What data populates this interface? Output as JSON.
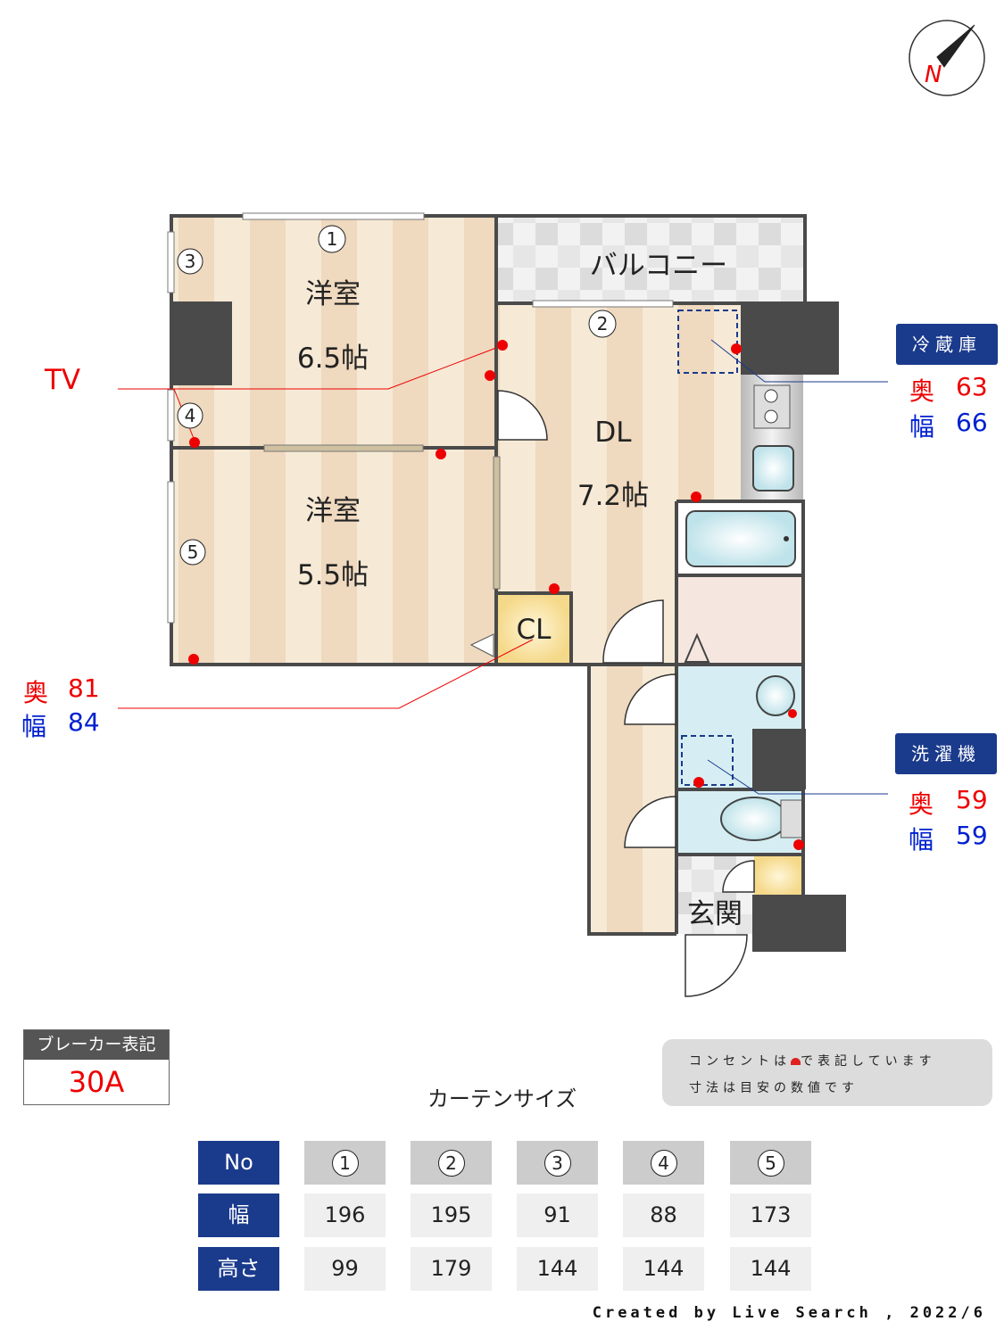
{
  "compass": {
    "label": "N"
  },
  "rooms": {
    "western1": {
      "name": "洋室",
      "size": "6.5帖"
    },
    "western2": {
      "name": "洋室",
      "size": "5.5帖"
    },
    "dl": {
      "name": "DL",
      "size": "7.2帖"
    },
    "balcony": {
      "name": "バルコニー"
    },
    "closet": {
      "name": "CL"
    },
    "entrance": {
      "name": "玄関"
    }
  },
  "window_markers": [
    "1",
    "2",
    "3",
    "4",
    "5"
  ],
  "tv": {
    "label": "TV"
  },
  "tv_space": {
    "depth_label": "奥",
    "depth": "81",
    "width_label": "幅",
    "width": "84"
  },
  "fridge": {
    "title": "冷蔵庫",
    "depth_label": "奥",
    "depth": "63",
    "width_label": "幅",
    "width": "66"
  },
  "washer": {
    "title": "洗濯機",
    "depth_label": "奥",
    "depth": "59",
    "width_label": "幅",
    "width": "59"
  },
  "breaker": {
    "title": "ブレーカー表記",
    "value": "30A"
  },
  "notes": {
    "line1_pre": "コンセントは",
    "line1_post": "で表記しています",
    "line2": "寸法は目安の数値です"
  },
  "curtain": {
    "title": "カーテンサイズ",
    "row_headers": [
      "No",
      "幅",
      "高さ"
    ],
    "numbers": [
      "1",
      "2",
      "3",
      "4",
      "5"
    ],
    "widths": [
      "196",
      "195",
      "91",
      "88",
      "173"
    ],
    "heights": [
      "99",
      "179",
      "144",
      "144",
      "144"
    ]
  },
  "credit": "Created by Live Search , 2022/6",
  "colors": {
    "accent": "#1a3a8c",
    "outlet": "#e00000",
    "wall": "#4a4a4a"
  }
}
